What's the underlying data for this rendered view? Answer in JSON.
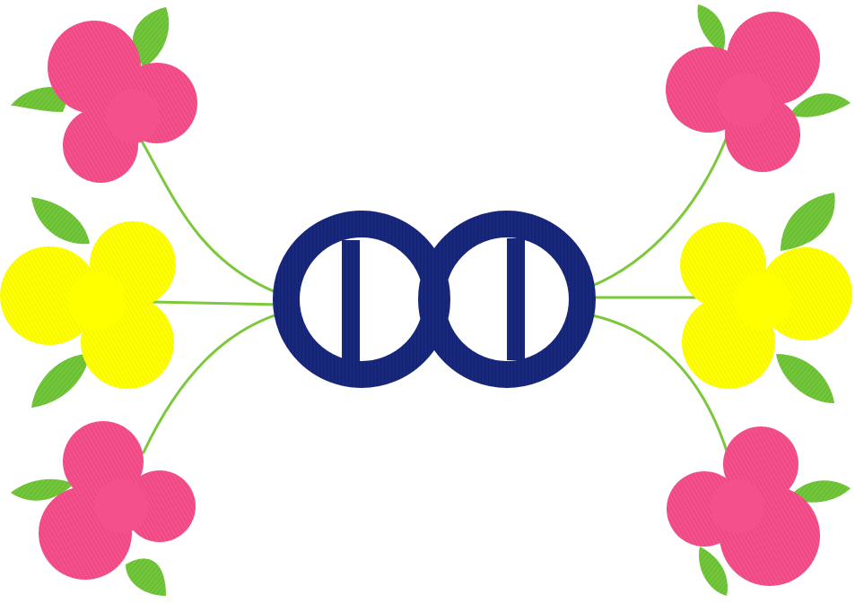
{
  "design": {
    "colors": {
      "background": "#ffffff",
      "pink_petal": "#f4508c",
      "pink_petal_dark": "#e03c78",
      "yellow_petal": "#ffff00",
      "yellow_petal_shade": "#eaea12",
      "leaf": "#72c63a",
      "leaf_dark": "#5aa82a",
      "stem": "#7cc83a",
      "monogram": "#18287e",
      "monogram_shade": "#0f1d66"
    },
    "flowers": [
      {
        "id": "top-left",
        "color": "pink"
      },
      {
        "id": "middle-left",
        "color": "yellow"
      },
      {
        "id": "bottom-left",
        "color": "pink"
      },
      {
        "id": "top-right",
        "color": "pink"
      },
      {
        "id": "middle-right",
        "color": "yellow"
      },
      {
        "id": "bottom-right",
        "color": "pink"
      }
    ],
    "monogram": {
      "shape": "two interlocking circles",
      "icon": "monogram-rings-icon"
    }
  }
}
